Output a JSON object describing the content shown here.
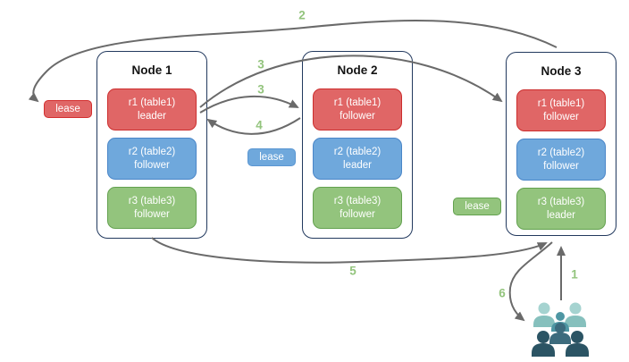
{
  "diagram": {
    "nodes": [
      {
        "title": "Node 1",
        "replicas": [
          {
            "line1": "r1 (table1)",
            "line2": "leader",
            "color": "red"
          },
          {
            "line1": "r2 (table2)",
            "line2": "follower",
            "color": "blue"
          },
          {
            "line1": "r3 (table3)",
            "line2": "follower",
            "color": "green"
          }
        ]
      },
      {
        "title": "Node 2",
        "replicas": [
          {
            "line1": "r1 (table1)",
            "line2": "follower",
            "color": "red"
          },
          {
            "line1": "r2 (table2)",
            "line2": "leader",
            "color": "blue"
          },
          {
            "line1": "r3 (table3)",
            "line2": "follower",
            "color": "green"
          }
        ]
      },
      {
        "title": "Node 3",
        "replicas": [
          {
            "line1": "r1 (table1)",
            "line2": "follower",
            "color": "red"
          },
          {
            "line1": "r2 (table2)",
            "line2": "follower",
            "color": "blue"
          },
          {
            "line1": "r3 (table3)",
            "line2": "leader",
            "color": "green"
          }
        ]
      }
    ],
    "leases": [
      {
        "label": "lease",
        "color": "red"
      },
      {
        "label": "lease",
        "color": "blue"
      },
      {
        "label": "lease",
        "color": "green"
      }
    ],
    "steps": {
      "s1": "1",
      "s2": "2",
      "s3a": "3",
      "s3b": "3",
      "s4": "4",
      "s5": "5",
      "s6": "6"
    },
    "icons": {
      "users": "users-icon"
    },
    "colors": {
      "red_fill": "#E06666",
      "red_border": "#CC2E2E",
      "blue_fill": "#6FA8DC",
      "blue_border": "#4A86C8",
      "green_fill": "#93C47D",
      "green_border": "#63A14F",
      "node_border": "#22395E",
      "arrow": "#6A6A6A",
      "step_label": "#93C47D",
      "users_light_head": "#A5D3D0",
      "users_light_body": "#86C0BD",
      "users_medium": "#4E96A3",
      "users_slate": "#3C6B7D",
      "users_dark": "#2B5464"
    }
  }
}
